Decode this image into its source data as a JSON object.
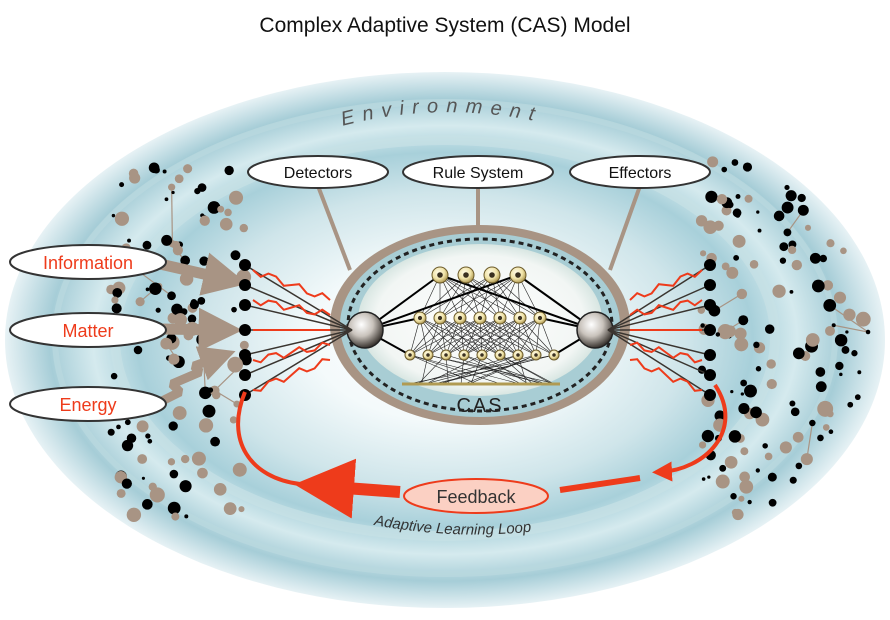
{
  "title": "Complex Adaptive System (CAS) Model",
  "environment_label": "Environment",
  "components": {
    "detectors": "Detectors",
    "rule_system": "Rule System",
    "effectors": "Effectors"
  },
  "inputs": {
    "information": "Information",
    "matter": "Matter",
    "energy": "Energy"
  },
  "core_label": "CAS",
  "feedback_label": "Feedback",
  "loop_label": "Adaptive Learning Loop",
  "colors": {
    "ring_outer": "#bcd9e0",
    "ring_mid": "#7fb6c4",
    "ring_light": "#e8f3f5",
    "accent_red": "#ee3b1b",
    "input_arrow": "#a89484",
    "node_tan": "#a89484",
    "node_black": "#000000",
    "label_red": "#ee3b1b"
  }
}
